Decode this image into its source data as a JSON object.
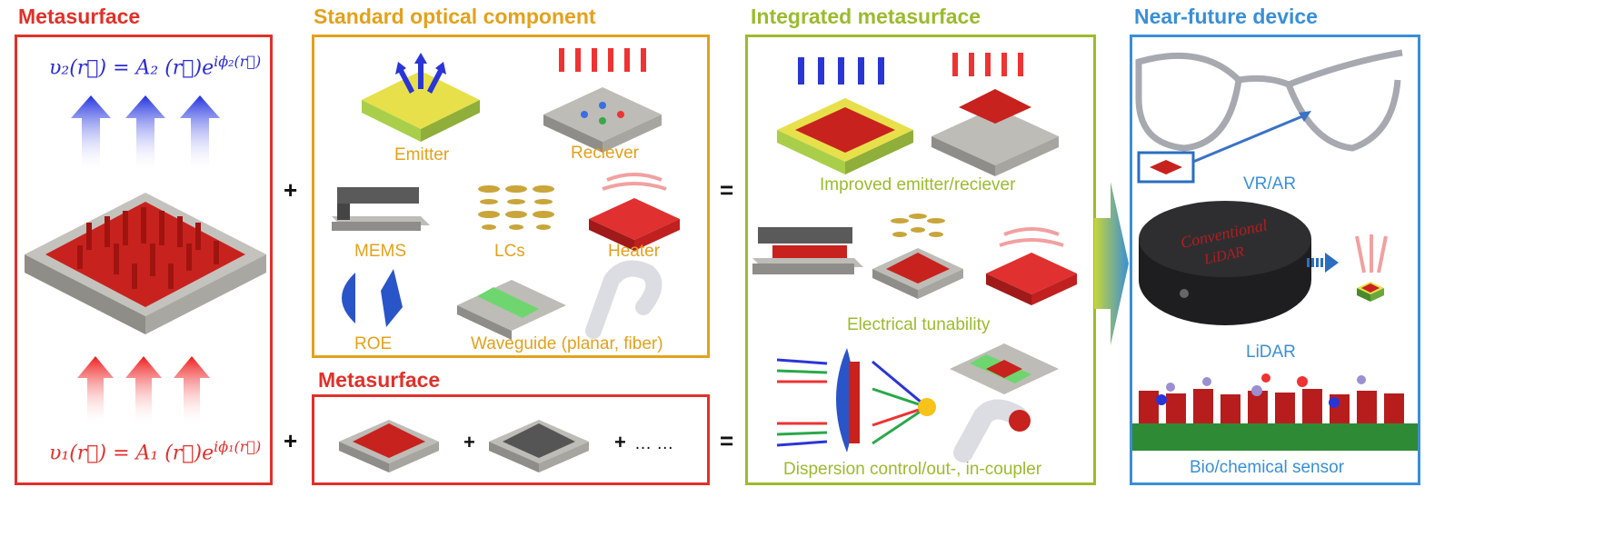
{
  "colors": {
    "red": "#e0312a",
    "orange": "#e4a11b",
    "green": "#9bbb2e",
    "blue": "#3a8fd6",
    "eq_blue": "#2b2bd6",
    "eq_red": "#e0312a"
  },
  "sections": {
    "metasurface_title": "Metasurface",
    "standard_title": "Standard optical component",
    "integrated_title": "Integrated metasurface",
    "future_title": "Near-future device",
    "metasurface2_title": "Metasurface"
  },
  "equations": {
    "top": "υ₂(r⃗) = A₂ (r⃗)e^{iϕ₂(r⃗)}",
    "top_base": "υ₂(r⃗) = A₂ (r⃗)e",
    "top_exp": "iϕ₂(r⃗)",
    "bottom_base": "υ₁(r⃗) = A₁ (r⃗)e",
    "bottom_exp": "iϕ₁(r⃗)"
  },
  "standard_components": {
    "emitter": "Emitter",
    "reciever": "Reciever",
    "mems": "MEMS",
    "lcs": "LCs",
    "heater": "Heater",
    "roe": "ROE",
    "waveguide": "Waveguide (planar, fiber)"
  },
  "integrated": {
    "improved": "Improved emitter/reciever",
    "electrical": "Electrical tunability",
    "dispersion": "Dispersion control/out-, in-coupler"
  },
  "future": {
    "vrar": "VR/AR",
    "lidar": "LiDAR",
    "lidar_device_line1": "Conventional",
    "lidar_device_line2": "LiDAR",
    "bio": "Bio/chemical sensor"
  },
  "operators": {
    "plus": "+",
    "equals": "=",
    "ellipsis": "… …"
  }
}
